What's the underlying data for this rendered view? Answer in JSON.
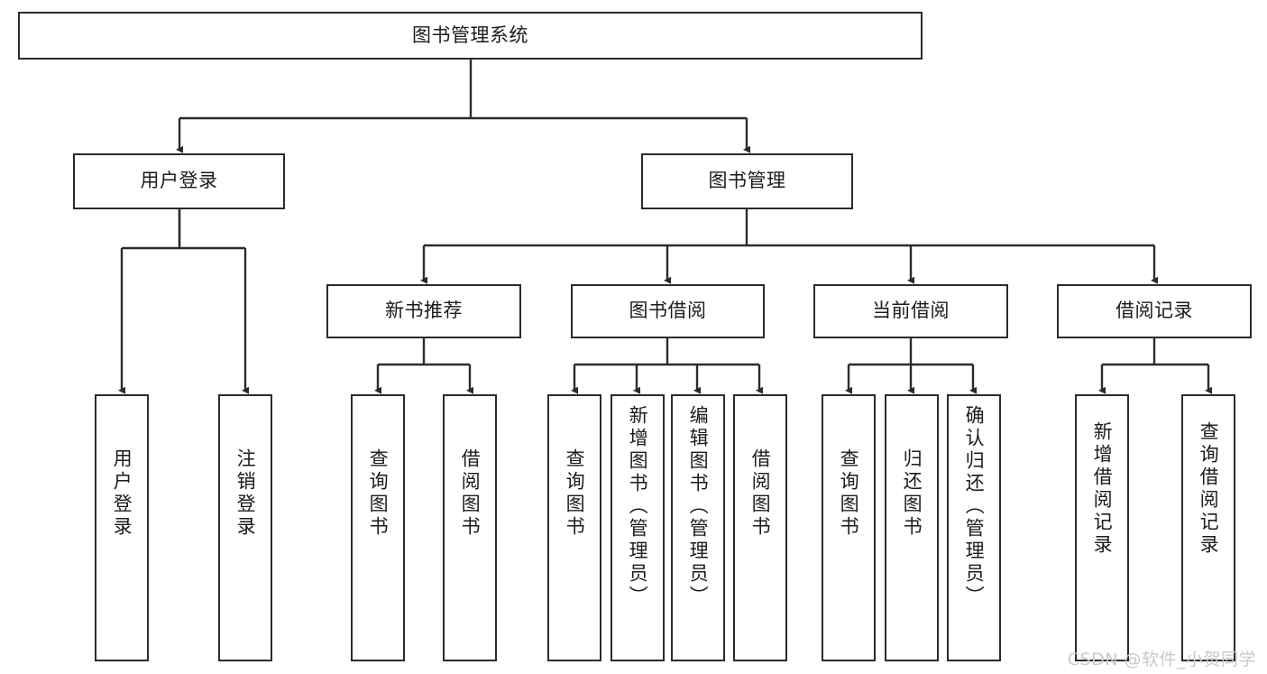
{
  "diagram": {
    "title": "图书管理系统",
    "watermark": "CSDN @软件_小贺同学",
    "line_color": "#2b2b2b",
    "box_fill": "#ffffff",
    "text_color": "#1b1b1b",
    "watermark_color": "#c9c9c9"
  },
  "nodes": {
    "root": {
      "label": "图书管理系统"
    },
    "level2": [
      {
        "label": "用户登录"
      },
      {
        "label": "图书管理"
      }
    ],
    "level3": [
      {
        "label": "新书推荐"
      },
      {
        "label": "图书借阅"
      },
      {
        "label": "当前借阅"
      },
      {
        "label": "借阅记录"
      }
    ],
    "leaves": {
      "user_login": [
        {
          "label": "用户登录"
        },
        {
          "label": "注销登录"
        }
      ],
      "new_book_recommend": [
        {
          "label": "查询图书"
        },
        {
          "label": "借阅图书"
        }
      ],
      "book_borrow": [
        {
          "label": "查询图书"
        },
        {
          "label": "新增图书（管理员）"
        },
        {
          "label": "编辑图书（管理员）"
        },
        {
          "label": "借阅图书"
        }
      ],
      "current_borrow": [
        {
          "label": "查询图书"
        },
        {
          "label": "归还图书"
        },
        {
          "label": "确认归还（管理员）"
        }
      ],
      "borrow_record": [
        {
          "label": "新增借阅记录"
        },
        {
          "label": "查询借阅记录"
        }
      ]
    }
  }
}
